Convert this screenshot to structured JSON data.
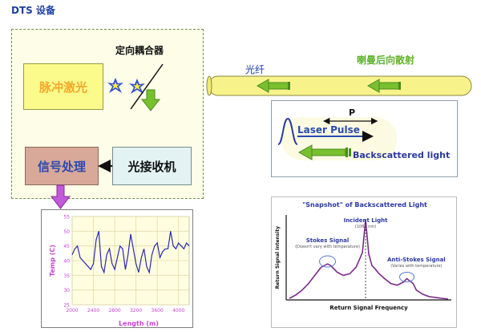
{
  "device": {
    "title": "DTS 设备",
    "laser": "脉冲激光",
    "coupler": "定向耦合器",
    "signal_processing": "信号处理",
    "receiver": "光接收机"
  },
  "fiber": {
    "label": "光纤",
    "backscatter_label": "喇曼后向散射"
  },
  "pulse_panel": {
    "p_label": "P",
    "laser_pulse": "Laser Pulse",
    "backscattered": "Backscattered light"
  },
  "colors": {
    "fiber": "#f7f38a",
    "green_arrow": "#78c02e",
    "laser_text": "#f3a92a",
    "purple": "#7a2a8a",
    "blue": "#2a4ab0"
  },
  "chart_data": [
    {
      "type": "line",
      "xlabel": "Length (m)",
      "ylabel": "Temp (C)",
      "x_ticks": [
        "2000",
        "2400",
        "2800",
        "3200",
        "3600",
        "4000"
      ],
      "y_ticks": [
        "25",
        "30",
        "35",
        "40",
        "45",
        "50",
        "55"
      ],
      "xlim": [
        2000,
        4200
      ],
      "ylim": [
        25,
        55
      ],
      "grid": true,
      "x": [
        2000,
        2050,
        2100,
        2150,
        2200,
        2250,
        2300,
        2350,
        2400,
        2450,
        2500,
        2550,
        2600,
        2650,
        2700,
        2750,
        2800,
        2850,
        2900,
        2950,
        3000,
        3050,
        3100,
        3150,
        3200,
        3250,
        3300,
        3350,
        3400,
        3450,
        3500,
        3550,
        3600,
        3650,
        3700,
        3750,
        3800,
        3850,
        3900,
        3950,
        4000,
        4050,
        4100,
        4150,
        4200
      ],
      "y": [
        42,
        44,
        45,
        41,
        40,
        39,
        38,
        37,
        39,
        47,
        50,
        38,
        36,
        42,
        44,
        39,
        37,
        41,
        45,
        44,
        37,
        42,
        49,
        44,
        39,
        36,
        41,
        44,
        38,
        36,
        42,
        45,
        46,
        41,
        43,
        44,
        44,
        50,
        45,
        44,
        46,
        45,
        44,
        46,
        45
      ]
    },
    {
      "type": "line",
      "title": "\"Snapshot\" of Backscattered Light",
      "xlabel": "Return Signal Frequency",
      "ylabel": "Return Signal Intensity",
      "annotations": [
        {
          "label": "Stokes Signal",
          "sub": "(Doesn't vary with temperature)"
        },
        {
          "label": "Incident Light",
          "sub": "(1064 nm)"
        },
        {
          "label": "Anti-Stokes Signal",
          "sub": "(Varies with temperature)"
        }
      ],
      "x": [
        0,
        0.04,
        0.08,
        0.12,
        0.16,
        0.2,
        0.24,
        0.26,
        0.3,
        0.34,
        0.38,
        0.42,
        0.46,
        0.48,
        0.5,
        0.52,
        0.54,
        0.56,
        0.6,
        0.64,
        0.68,
        0.72,
        0.74,
        0.78,
        0.8,
        0.84,
        0.88,
        0.92,
        0.96,
        1.0
      ],
      "y": [
        0.02,
        0.06,
        0.12,
        0.2,
        0.3,
        0.4,
        0.44,
        0.42,
        0.34,
        0.3,
        0.32,
        0.4,
        0.58,
        0.98,
        0.56,
        0.42,
        0.38,
        0.33,
        0.26,
        0.2,
        0.18,
        0.22,
        0.26,
        0.2,
        0.12,
        0.07,
        0.04,
        0.03,
        0.02,
        0.01
      ]
    }
  ]
}
